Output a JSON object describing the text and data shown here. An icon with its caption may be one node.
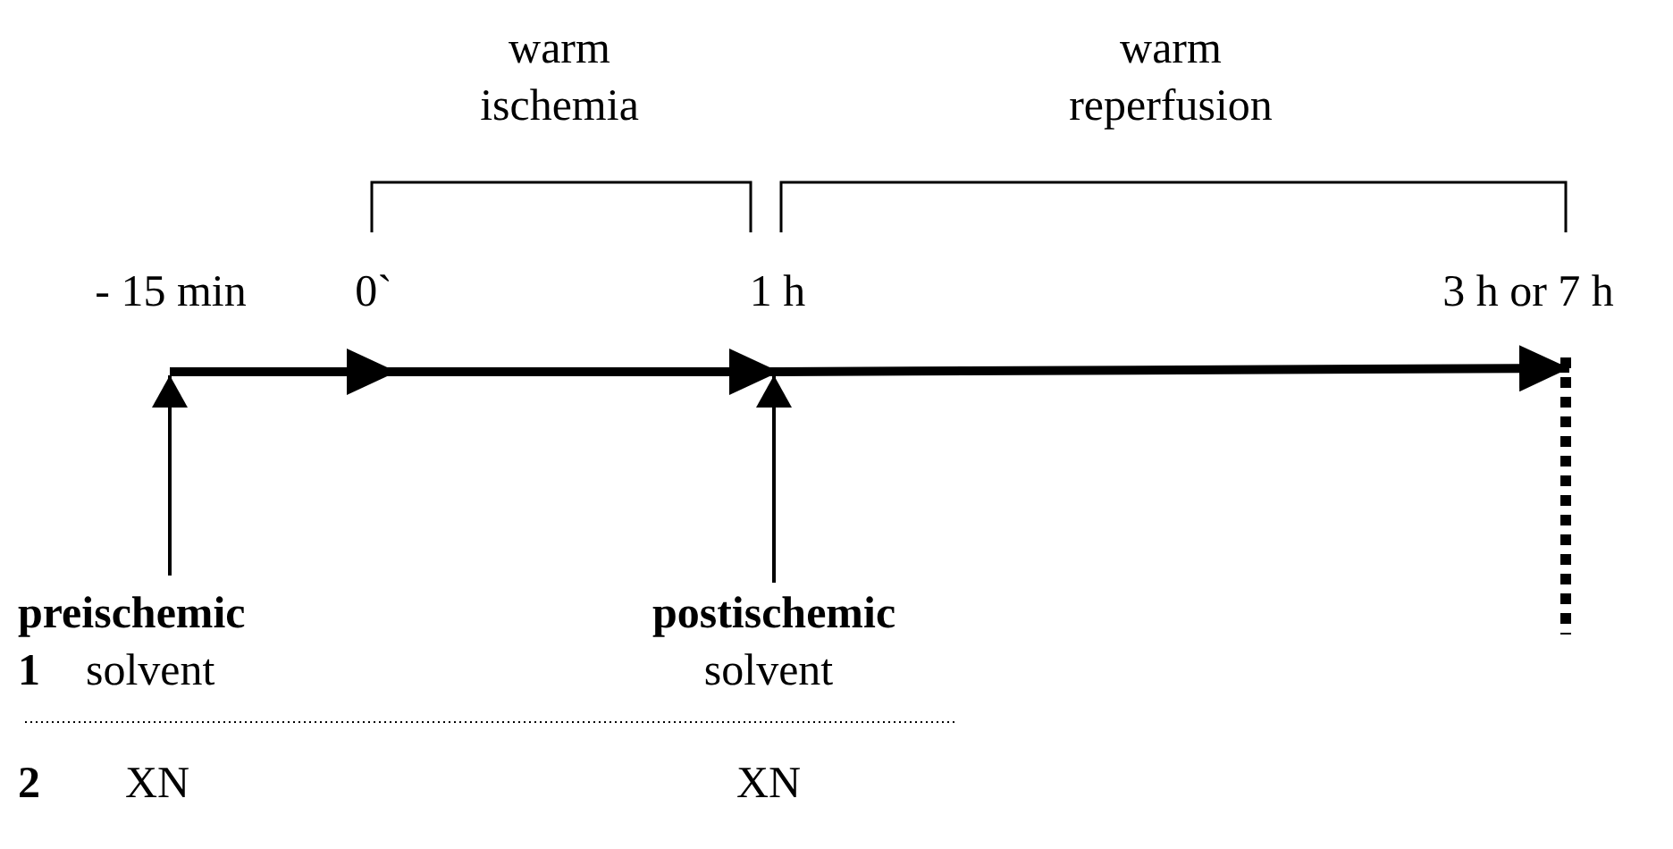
{
  "diagram": {
    "nodes": [
      {
        "text": [
          "- 15 min"
        ]
      },
      {
        "text": [
          "0`"
        ]
      },
      {
        "text": [
          "1 h"
        ]
      },
      {
        "text": [
          "3 h or 7 h"
        ]
      },
      {
        "text": [
          "preischemic"
        ]
      },
      {
        "text": [
          "postischemic"
        ]
      }
    ],
    "edges": [
      {
        "from": 0,
        "to": 1,
        "arrow": "to"
      },
      {
        "from": 1,
        "to": 2,
        "arrow": "to"
      },
      {
        "from": 2,
        "to": 3,
        "arrow": "to"
      },
      {
        "from": 4,
        "to": 0,
        "arrow": "to"
      },
      {
        "from": 5,
        "to": 2,
        "arrow": "to"
      }
    ],
    "labels": [
      "warm ischemia",
      "warm reperfusion",
      "1",
      "solvent",
      "solvent",
      "2",
      "XN",
      "XN"
    ]
  }
}
